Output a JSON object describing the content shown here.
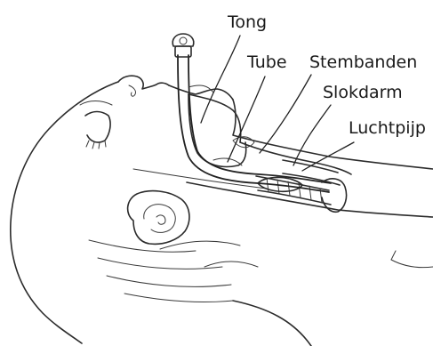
{
  "labels": {
    "tong": "Tong",
    "tube": "Tube",
    "stembanden": "Stembanden",
    "slokdarm": "Slokdarm",
    "luchtpijp": "Luchtpijp"
  }
}
